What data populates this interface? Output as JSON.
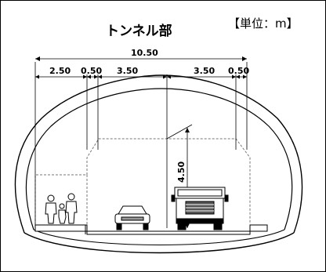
{
  "diagram": {
    "title": "トンネル部",
    "unit": "【単位：m】",
    "dims": {
      "total": "10.50",
      "sidewalk": "2.50",
      "shoulder_left": "0.50",
      "lane_left": "3.50",
      "lane_right": "3.50",
      "shoulder_right": "0.50",
      "height": "4.50"
    }
  }
}
